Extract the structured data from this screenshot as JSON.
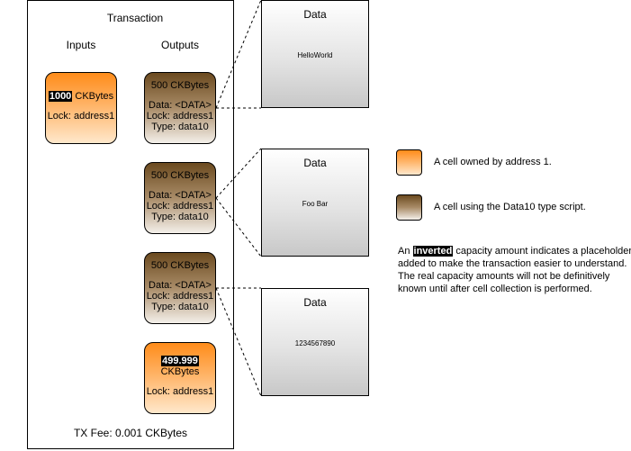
{
  "transaction": {
    "title": "Transaction",
    "inputs_label": "Inputs",
    "outputs_label": "Outputs",
    "fee": "TX Fee: 0.001 CKBytes"
  },
  "input_cell": {
    "capacity_inverted": "1000",
    "capacity_unit": " CKBytes",
    "lock": "Lock: address1"
  },
  "output_cells": [
    {
      "capacity": "500 CKBytes",
      "data": "Data: <DATA>",
      "lock": "Lock: address1",
      "type": "Type: data10"
    },
    {
      "capacity": "500 CKBytes",
      "data": "Data: <DATA>",
      "lock": "Lock: address1",
      "type": "Type: data10"
    },
    {
      "capacity": "500 CKBytes",
      "data": "Data: <DATA>",
      "lock": "Lock: address1",
      "type": "Type: data10"
    }
  ],
  "change_cell": {
    "capacity_inverted": "499.999",
    "capacity_unit": "CKBytes",
    "lock": "Lock: address1"
  },
  "data_boxes": [
    {
      "title": "Data",
      "value": "HelloWorld"
    },
    {
      "title": "Data",
      "value": "Foo Bar"
    },
    {
      "title": "Data",
      "value": "1234567890"
    }
  ],
  "legend": {
    "orange": "A cell owned by address 1.",
    "brown": "A cell using the Data10 type script."
  },
  "note": {
    "prefix": "An ",
    "highlight": "inverted",
    "suffix": " capacity amount indicates a placeholder added to make the transaction easier to understand. The real capacity amounts will not be definitively known until after cell collection is performed."
  },
  "colors": {
    "orange": "#ff8c1a",
    "brown": "#6b4a1f"
  }
}
